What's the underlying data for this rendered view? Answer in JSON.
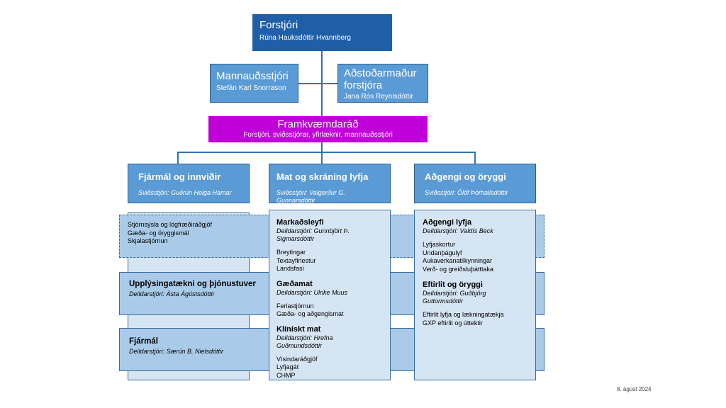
{
  "director": {
    "title": "Forstjóri",
    "name": "Rúna Hauksdóttir Hvannberg"
  },
  "hr": {
    "title": "Mannauðsstjóri",
    "name": "Stefán Karl Snorrason"
  },
  "assistant": {
    "title_line1": "Aðstoðarmaður",
    "title_line2": "forstjóra",
    "name": "Jana Rós Reynisdóttir"
  },
  "board": {
    "title": "Framkvæmdaráð",
    "members": "Forstjóri, sviðsstjórar, yfirlæknir, mannauðsstjóri"
  },
  "divisions": [
    {
      "title": "Fjármál og innviðir",
      "head": "Sviðsstjóri: Guðrún Helga Hamar"
    },
    {
      "title": "Mat og skráning lyfja",
      "head": "Sviðsstjóri: Valgerður G. Gunnarsdóttir"
    },
    {
      "title": "Aðgengi og öryggi",
      "head": "Sviðsstjóri: Ólöf Þórhallsdóttir"
    }
  ],
  "shared_units": [
    "Stjórnsýsla og lögfræðiráðgjöf",
    "Gæða- og öryggismál",
    "Skjalastjórnun"
  ],
  "left_departments": [
    {
      "title": "Upplýsingatækni og þjónustuver",
      "head": "Deildarstjóri: Ásta Ágústsdóttir"
    },
    {
      "title": "Fjármál",
      "head": "Deildarstjóri: Særún B. Nielsdóttir"
    }
  ],
  "middle_departments": [
    {
      "title": "Markaðsleyfi",
      "head": "Deildarstjóri: Gunnbjört Þ. Sigmarsdóttir",
      "units": [
        "Breytingar",
        "Textayfirlestur",
        "Landsfasi"
      ]
    },
    {
      "title": "Gæðamat",
      "head": "Deildarstjóri: Ulrike Muus",
      "units": [
        "Ferlastjórnun",
        "Gæða- og aðgengismat"
      ]
    },
    {
      "title": "Klínískt mat",
      "head_line1": "Deildarstjóri: Hrefna",
      "head_line2": "Guðmundsdóttir",
      "units": [
        "Vísindaráðgjöf",
        "Lyfjagát",
        "CHMP"
      ]
    }
  ],
  "right_departments": [
    {
      "title": "Aðgengi lyfja",
      "head": "Deildarstjóri: Valdís Beck",
      "units": [
        "Lyfjaskortur",
        "Undanþágulyf",
        "Aukaverkanatilkynningar",
        "Verð- og greiðsluþátttaka"
      ]
    },
    {
      "title": "Eftirlit og öryggi",
      "head_line1": "Deildarstjóri: Guðbjörg",
      "head_line2": "Guttormsdóttir",
      "units": [
        "Eftirlit lyfja og lækningatækja",
        "GXP eftirlit og úttektir"
      ]
    }
  ],
  "date": "8. ágúst 2024",
  "colors": {
    "dark_blue": "#1f5fa8",
    "mid_blue": "#5b9bd5",
    "light_blue": "#a9cbe9",
    "pale_blue": "#d6e5f3",
    "purple": "#c000d8"
  }
}
